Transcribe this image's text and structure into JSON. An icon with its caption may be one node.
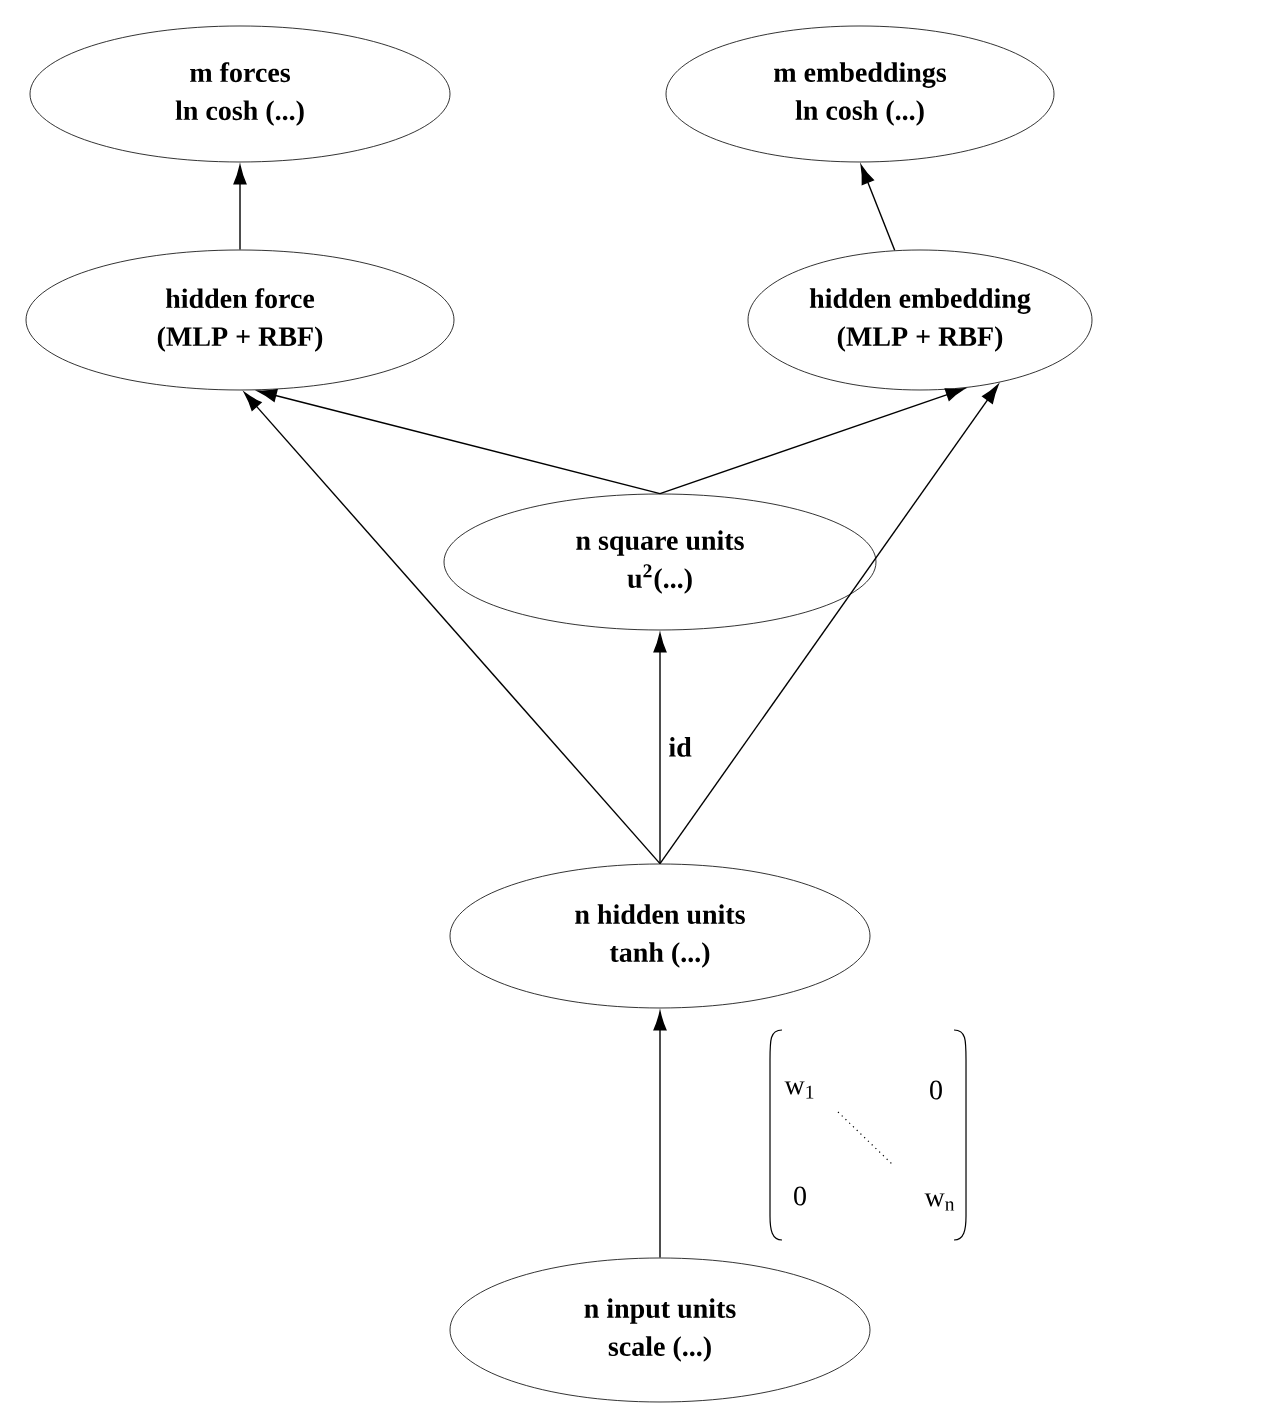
{
  "diagram": {
    "nodes": [
      {
        "text": [
          "m forces",
          "ln cosh (...)"
        ]
      },
      {
        "text": [
          "m embeddings",
          "ln cosh (...)"
        ]
      },
      {
        "text": [
          "hidden force",
          "(MLP + RBF)"
        ]
      },
      {
        "text": [
          "hidden embedding",
          "(MLP + RBF)"
        ]
      },
      {
        "text": [
          "n square units",
          "u$^{2}$(...)"
        ]
      },
      {
        "text": [
          "n hidden units",
          "tanh (...)"
        ]
      },
      {
        "text": [
          "n input units",
          "scale (...)"
        ]
      }
    ],
    "edges": [
      {
        "from": 6,
        "to": 5,
        "arrow": "to"
      },
      {
        "from": 5,
        "to": 4,
        "arrow": "to",
        "label": "id"
      },
      {
        "from": 5,
        "to": 2,
        "arrow": "to"
      },
      {
        "from": 5,
        "to": 3,
        "arrow": "to"
      },
      {
        "from": 4,
        "to": 2,
        "arrow": "to"
      },
      {
        "from": 4,
        "to": 3,
        "arrow": "to"
      },
      {
        "from": 2,
        "to": 0,
        "arrow": "to"
      },
      {
        "from": 3,
        "to": 1,
        "arrow": "to"
      }
    ],
    "labels": [
      "w$_{1}$",
      "0",
      "0",
      "w$_{n}$"
    ]
  }
}
